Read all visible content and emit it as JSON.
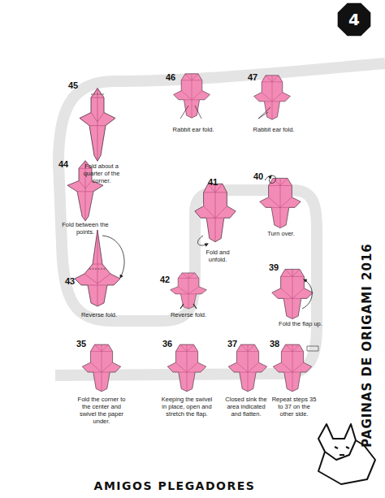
{
  "diagram": {
    "nodes": [
      {
        "text": [
          "4"
        ]
      }
    ],
    "labels": [
      "45",
      "Fold about a quarter of the corner.",
      "46",
      "Rabbit ear fold.",
      "47",
      "Rabbit ear fold.",
      "44",
      "Fold between the points.",
      "41",
      "Fold and unfold.",
      "40",
      "Turn over.",
      "39",
      "Fold the flap up.",
      "43",
      "Reverse fold.",
      "42",
      "Reverse fold.",
      "35",
      "Fold the corner to the center and swivel the paper under.",
      "36",
      "Keeping the swivel in place, open and stretch the flap.",
      "37",
      "Closed sink the area indicated and flatten.",
      "38",
      "Repeat steps 35 to 37 on the other side.",
      "PAGINAS DE ORIGAMI 2016",
      "AMIGOS PLEGADORES"
    ]
  }
}
